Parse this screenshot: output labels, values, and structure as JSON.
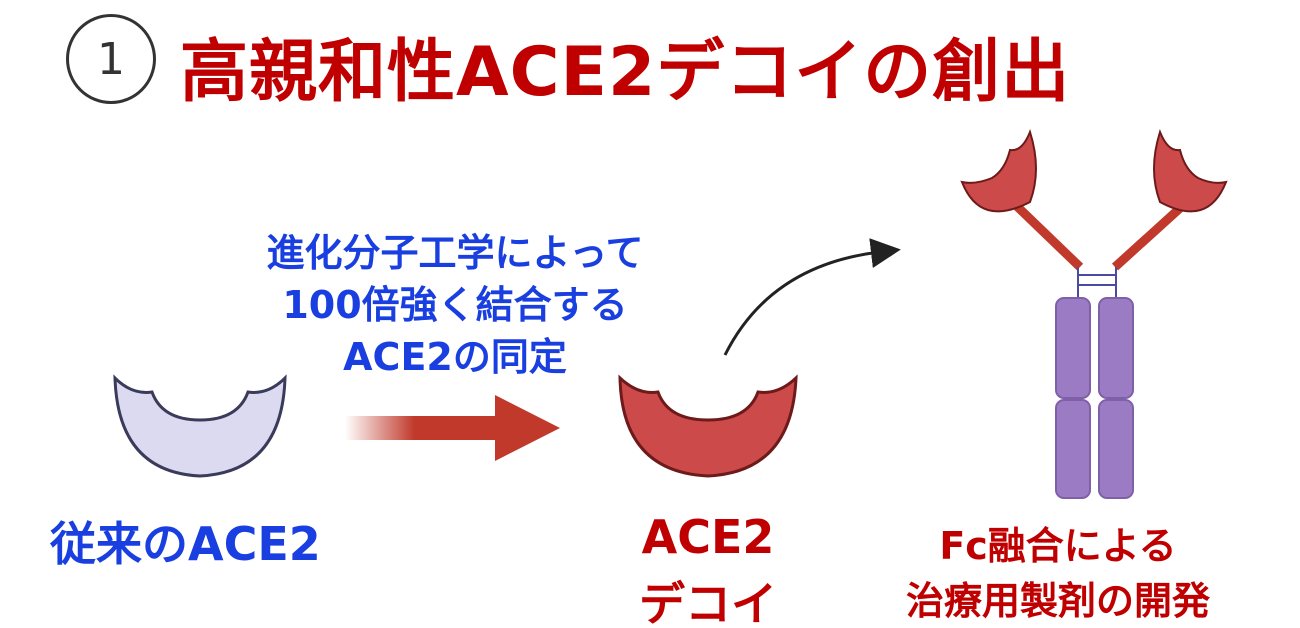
{
  "title": {
    "number": "1",
    "text": "高親和性ACE2デコイの創出"
  },
  "process_label": [
    "進化分子工学によって",
    "100倍強く結合する",
    "ACE2の同定"
  ],
  "conventional_label": "従来のACE2",
  "decoy_label": [
    "ACE2",
    "デコイ"
  ],
  "fc_label": [
    "Fc融合による",
    "治療用製剤の開発"
  ],
  "colors": {
    "title": "#c00000",
    "blue_text": "#1a3fe0",
    "decoy": "#cc4a4a",
    "conventional": "#dcdaf0",
    "fc": "#9b7cc4"
  }
}
